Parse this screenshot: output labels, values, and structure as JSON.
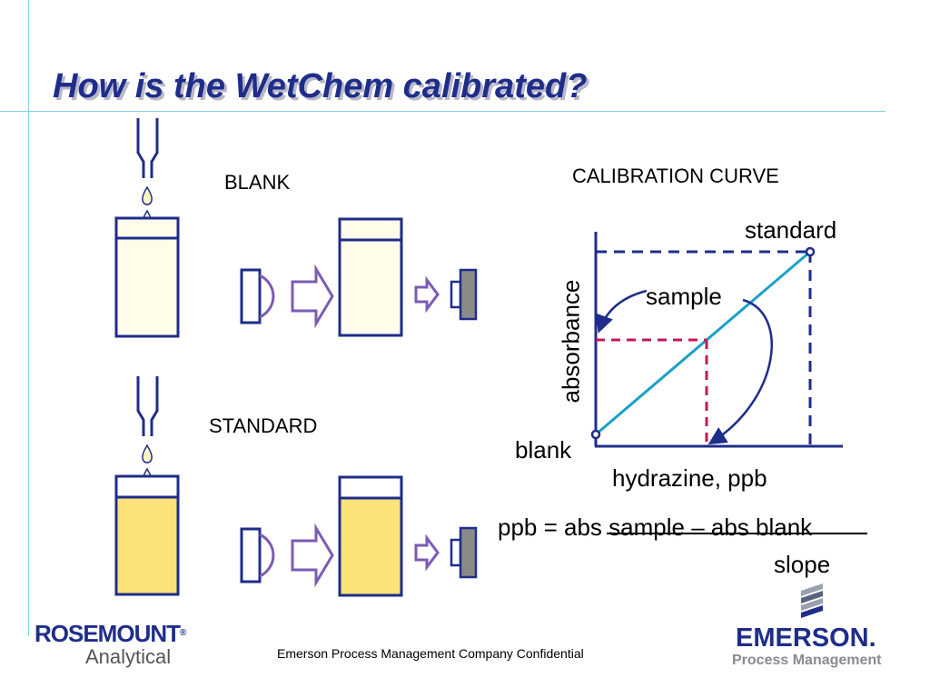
{
  "title": "How is the WetChem calibrated?",
  "sections": {
    "blank_label": "BLANK",
    "standard_label": "STANDARD"
  },
  "chart": {
    "title": "CALIBRATION CURVE",
    "label_standard": "standard",
    "label_sample": "sample",
    "label_blank": "blank",
    "ylabel": "absorbance",
    "xlabel": "hydrazine, ppb"
  },
  "formula": {
    "lhs": "ppb = ",
    "numerator": "abs sample – abs blank",
    "denominator": "slope"
  },
  "footer": "Emerson Process Management Company Confidential",
  "logos": {
    "rosemount_name": "ROSEMOUNT",
    "rosemount_reg": "®",
    "rosemount_sub": "Analytical",
    "emerson_name": "EMERSON.",
    "emerson_sub": "Process Management"
  },
  "colors": {
    "title": "#1f2d8a",
    "outline": "#1f2d8a",
    "arrow": "#7b5bb3",
    "curve": "#1aa0c8",
    "guide": "#c2185b",
    "standard_fill": "#fde27a",
    "blank_fill": "#fffcea"
  }
}
